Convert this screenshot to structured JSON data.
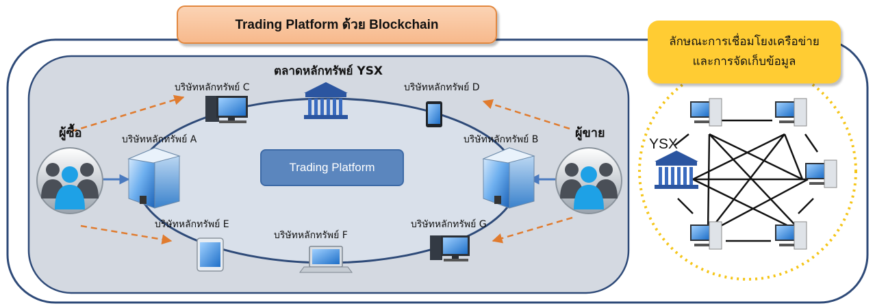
{
  "diagram": {
    "title": "Trading Platform ด้วย Blockchain",
    "center_label": "Trading Platform",
    "exchange_label": "ตลาดหลักทรัพย์ YSX",
    "buyer_label": "ผู้ซื้อ",
    "seller_label": "ผู้ขาย",
    "nodes": {
      "a": "บริษัทหลักทรัพย์ A",
      "b": "บริษัทหลักทรัพย์ B",
      "c": "บริษัทหลักทรัพย์ C",
      "d": "บริษัทหลักทรัพย์ D",
      "e": "บริษัทหลักทรัพย์ E",
      "f": "บริษัทหลักทรัพย์ F",
      "g": "บริษัทหลักทรัพย์ G"
    },
    "network_panel": {
      "title_line1": "ลักษณะการเชื่อมโยงเครือข่าย",
      "title_line2": "และการจัดเก็บข้อมูล",
      "ysx_label": "YSX"
    },
    "colors": {
      "outline": "#2e4a78",
      "inner_panel": "#d4d9e1",
      "arrow_orange": "#e07b2e",
      "arrow_blue": "#4a7abf",
      "title_fill": "#f9c59c",
      "note_fill": "#ffcc33"
    },
    "icons": [
      "exchange-building-icon",
      "office-tower-icon",
      "desktop-computer-icon",
      "tablet-icon",
      "laptop-icon",
      "people-group-icon"
    ]
  }
}
